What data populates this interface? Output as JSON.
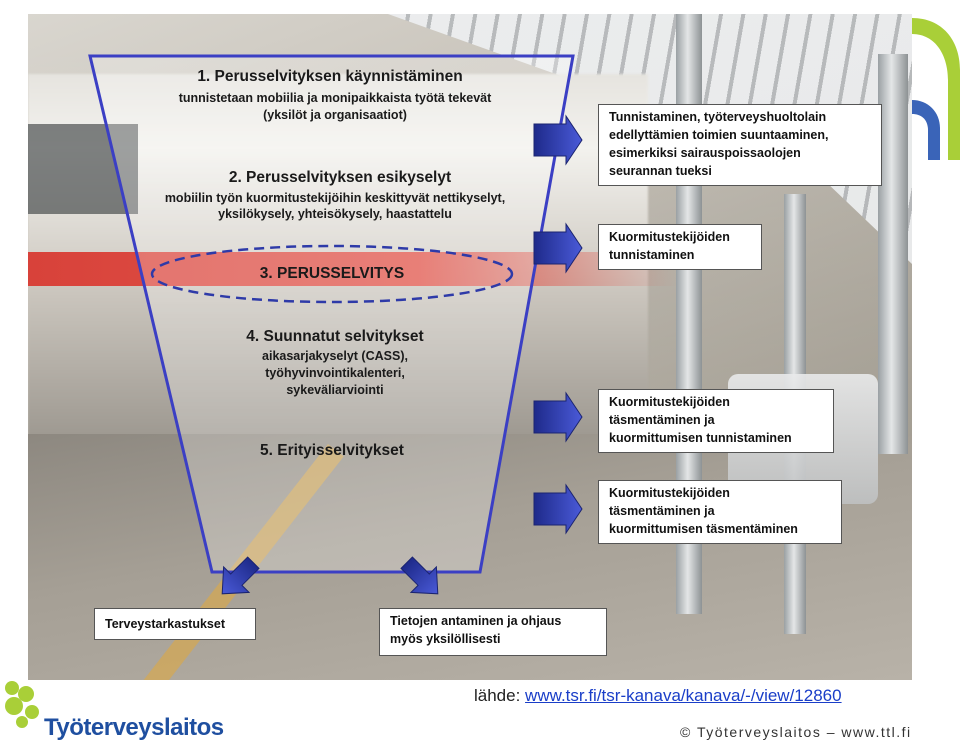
{
  "diagram": {
    "steps": [
      {
        "title": "1. Perusselvityksen käynnistäminen",
        "lines": [
          "tunnistetaan mobiilia ja monipaikkaista työtä tekevät",
          "(yksilöt ja organisaatiot)"
        ]
      },
      {
        "title": "2. Perusselvityksen esikyselyt",
        "lines": [
          "mobiilin työn kuormitustekijöihin keskittyvät nettikyselyt,",
          "yksilökysely, yhteisökysely, haastattelu"
        ]
      },
      {
        "title": "3. PERUSSELVITYS",
        "lines": []
      },
      {
        "title": "4. Suunnatut selvitykset",
        "lines": [
          "aikasarjakyselyt (CASS),",
          "työhyvinvointikalenteri,",
          "sykeväliarviointi"
        ]
      },
      {
        "title": "5. Erityisselvitykset",
        "lines": []
      }
    ],
    "right_boxes": [
      {
        "lines": [
          "Tunnistaminen, työterveyshuoltolain",
          "edellyttämien toimien suuntaaminen,",
          "esimerkiksi sairauspoissaolojen",
          "seurannan tueksi"
        ]
      },
      {
        "lines": [
          "Kuormitustekijöiden",
          "tunnistaminen"
        ]
      },
      {
        "lines": [
          "Kuormitustekijöiden",
          "täsmentäminen ja",
          "kuormittumisen tunnistaminen"
        ]
      },
      {
        "lines": [
          "Kuormitustekijöiden",
          "täsmentäminen ja",
          "kuormittumisen täsmentäminen"
        ]
      }
    ],
    "bottom_boxes": [
      {
        "lines": [
          "Terveystarkastukset"
        ]
      },
      {
        "lines": [
          "Tietojen antaminen ja ohjaus",
          "myös yksilöllisesti"
        ]
      }
    ]
  },
  "source": {
    "prefix": "lähde: ",
    "link": "www.tsr.fi/tsr-kanava/kanava/-/view/12860"
  },
  "footer": {
    "logo": "Työterveyslaitos",
    "right": "© Työterveyslaitos – www.ttl.fi"
  },
  "colors": {
    "funnel": "#3b3fc4",
    "arrow": "#3344bb",
    "logo_blue": "#1f4fa0",
    "logo_green": "#a9cf38"
  }
}
